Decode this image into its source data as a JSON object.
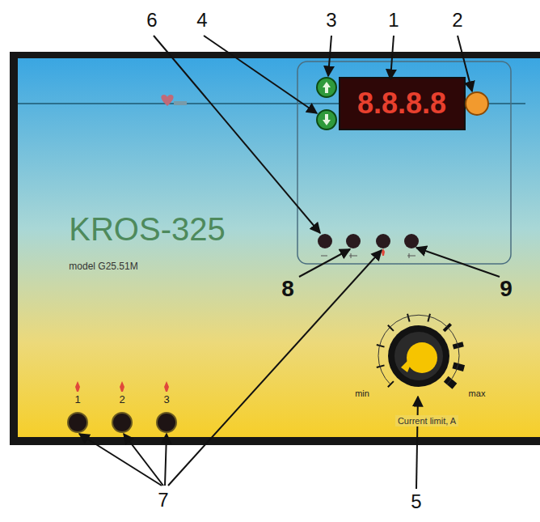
{
  "diagram": {
    "labels": [
      "6",
      "4",
      "3",
      "1",
      "2",
      "8.8.8.8",
      "KROS-325",
      "model G25.51M",
      "8",
      "9",
      "min",
      "max",
      "Current limit, A",
      "1",
      "2",
      "3",
      "7",
      "5"
    ]
  }
}
